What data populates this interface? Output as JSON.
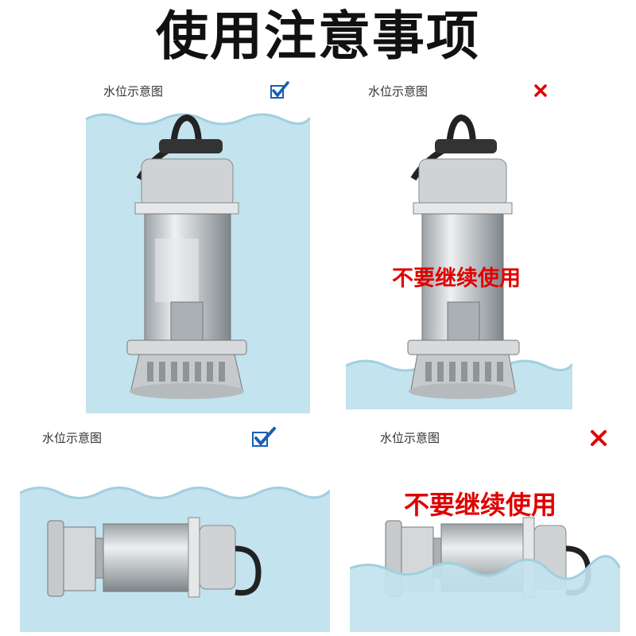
{
  "title": "使用注意事项",
  "panels": [
    {
      "label": "水位示意图",
      "status": "correct",
      "status_icon": "checkmark-icon"
    },
    {
      "label": "水位示意图",
      "status": "wrong",
      "status_icon": "cross-icon",
      "warning": "不要继续使用"
    },
    {
      "label": "水位示意图",
      "status": "correct",
      "status_icon": "checkmark-icon"
    },
    {
      "label": "水位示意图",
      "status": "wrong",
      "status_icon": "cross-icon",
      "warning": "不要继续使用"
    }
  ],
  "colors": {
    "water": "#c3e3ee",
    "water_edge": "#9fd0e0",
    "check": "#1a5fb4",
    "cross": "#e00000",
    "warning": "#e00000"
  }
}
